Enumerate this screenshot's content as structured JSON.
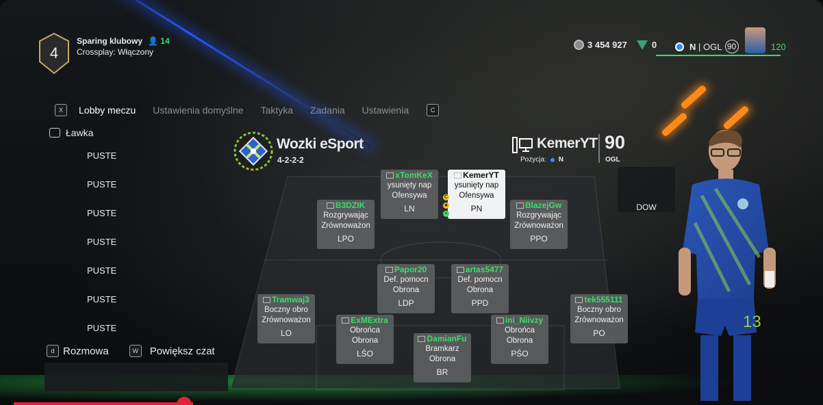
{
  "header": {
    "division": "4",
    "mode": "Sparing klubowy",
    "players_count": "14",
    "crossplay": "Crossplay: Włączony"
  },
  "wallet": {
    "coins": "3 454 927",
    "points": "0"
  },
  "status": {
    "region": "N",
    "separator": "|",
    "ovr_label": "OGL",
    "ovr_value": "90",
    "level": "120"
  },
  "tabs": {
    "left_key": "X",
    "right_key": "C",
    "items": [
      "Lobby meczu",
      "Ustawienia domyślne",
      "Taktyka",
      "Zadania",
      "Ustawienia"
    ]
  },
  "bench": {
    "title": "Ławka",
    "slots": [
      "PUSTE",
      "PUSTE",
      "PUSTE",
      "PUSTE",
      "PUSTE",
      "PUSTE",
      "PUSTE"
    ]
  },
  "chat": {
    "key1": "d",
    "label1": "Rozmowa",
    "key2": "W",
    "label2": "Powiększ czat"
  },
  "club": {
    "name": "Wozki eSport",
    "formation": "4-2-2-2"
  },
  "player": {
    "name": "KemerYT",
    "ovr": "90",
    "position_label": "Pozycja:",
    "position_value": "N",
    "ovr_label": "OGL"
  },
  "pitch_cards": [
    {
      "name": "xTomKeX",
      "line1": "ysunięty nap",
      "line2": "Ofensywa",
      "pos": "LN"
    },
    {
      "name": "KemerYT",
      "line1": "ysunięty nap",
      "line2": "Ofensywa",
      "pos": "PN"
    },
    {
      "name": "B3DZIK",
      "line1": "Rozgrywając",
      "line2": "Zrównoważon",
      "pos": "LPO"
    },
    {
      "name": "BlazejGw",
      "line1": "Rozgrywając",
      "line2": "Zrównoważon",
      "pos": "PPO"
    },
    {
      "name": "Papor20",
      "line1": "Def. pomocn",
      "line2": "Obrona",
      "pos": "LDP"
    },
    {
      "name": "artas5477",
      "line1": "Def. pomocn",
      "line2": "Obrona",
      "pos": "PPD"
    },
    {
      "name": "Tramwaj3",
      "line1": "Boczny obro",
      "line2": "Zrównoważon",
      "pos": "LO"
    },
    {
      "name": "tek555111",
      "line1": "Boczny obro",
      "line2": "Zrównoważon",
      "pos": "PO"
    },
    {
      "name": "ExMExtra",
      "line1": "Obrońca",
      "line2": "Obrona",
      "pos": "LŚO"
    },
    {
      "name": "ini_Niivzy",
      "line1": "Obrońca",
      "line2": "Obrona",
      "pos": "PŚO"
    },
    {
      "name": "DamianFu",
      "line1": "Bramkarz",
      "line2": "Obrona",
      "pos": "BR"
    }
  ],
  "dow_slot": "DOW",
  "colors": {
    "accent_green": "#3ddc6a",
    "accent_blue": "#2d8cff",
    "progress_red": "#e0223a"
  }
}
